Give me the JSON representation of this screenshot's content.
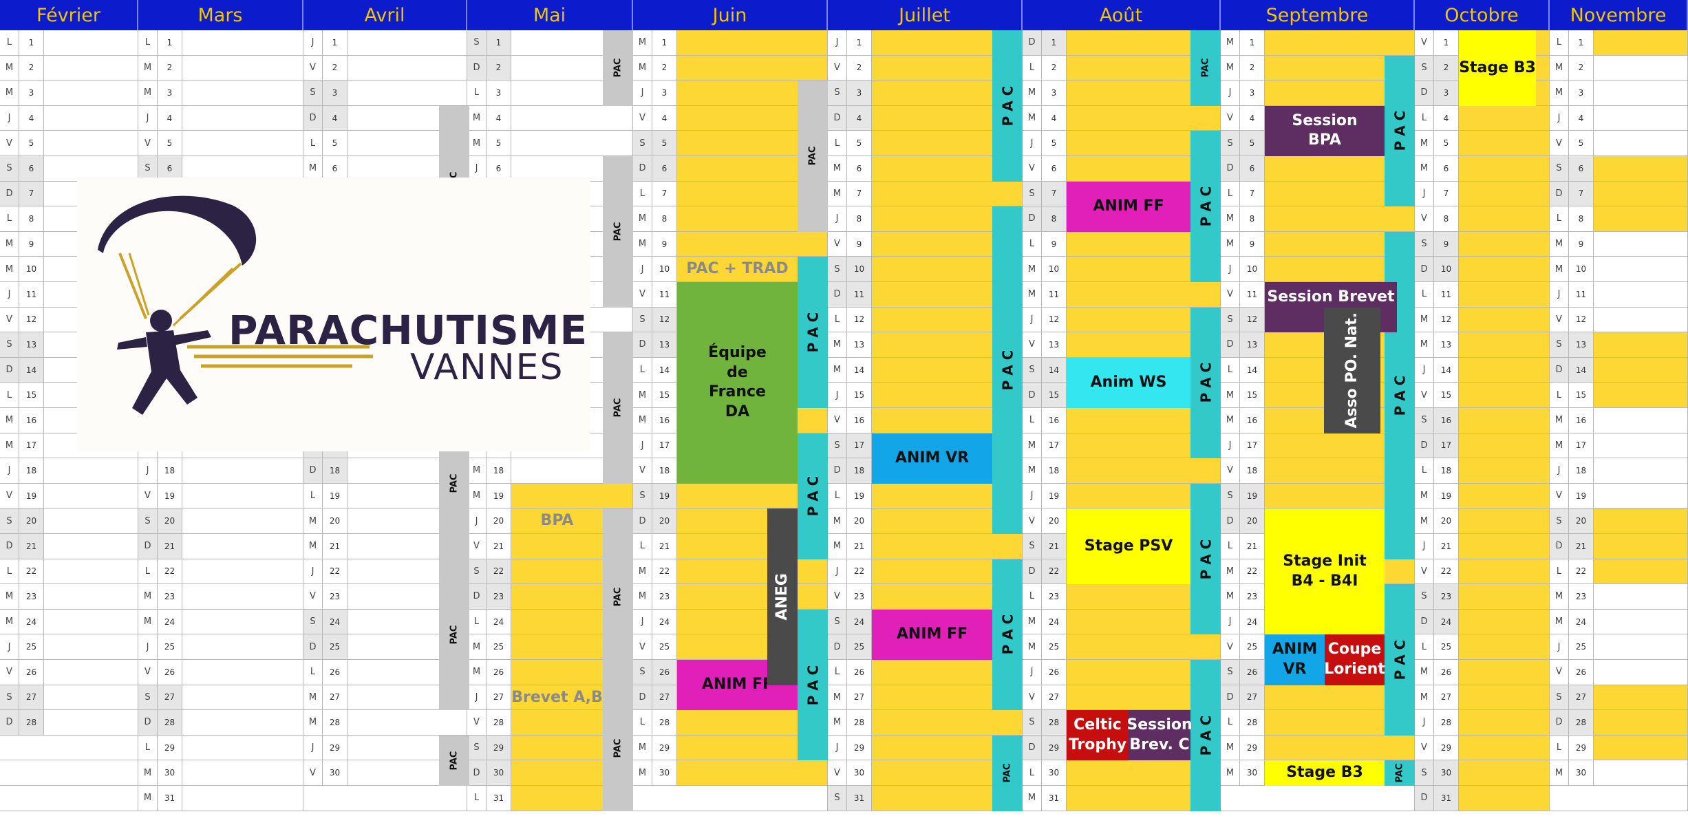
{
  "logo": {
    "title": "PARACHUTISME",
    "subtitle": "VANNES",
    "brand_color": "#2b2244",
    "accent_color": "#c9a227"
  },
  "palette": {
    "yellow": "#fdd835",
    "bright_yellow": "#ffff00",
    "teal": "#33c9c9",
    "green": "#70b33d",
    "magenta": "#e020b8",
    "purple": "#5e2e62",
    "red": "#c60e0e",
    "blue": "#12a6e8",
    "cyan": "#33e6f0",
    "gray": "#c8c8c8",
    "dark": "#4a4a4a",
    "header_bg": "#0c1ccc",
    "header_fg": "#f2c400"
  },
  "months": [
    {
      "name": "Février",
      "days": 28,
      "start": "L",
      "closed": [
        5,
        7,
        8,
        13,
        14,
        15,
        16,
        17,
        19,
        20,
        21,
        26,
        27,
        28
      ]
    },
    {
      "name": "Mars",
      "days": 31,
      "start": "L",
      "closed": [
        5,
        6,
        7,
        12,
        13,
        14,
        19,
        20,
        21,
        26,
        27,
        28
      ]
    },
    {
      "name": "Avril",
      "days": 30,
      "start": "J",
      "closed": [
        1,
        2,
        3,
        6,
        7,
        8,
        9,
        10,
        11,
        12,
        13,
        14,
        15,
        16,
        17,
        18,
        19,
        20,
        22,
        23,
        24,
        25,
        26,
        27
      ]
    },
    {
      "name": "Mai",
      "days": 31,
      "start": "S",
      "closed": [
        1,
        2,
        6,
        7,
        8,
        9,
        10,
        11,
        12,
        13,
        14,
        15,
        16,
        17,
        18
      ]
    },
    {
      "name": "Juin",
      "days": 30,
      "start": "M",
      "closed": []
    },
    {
      "name": "Juillet",
      "days": 31,
      "start": "J",
      "closed": []
    },
    {
      "name": "Août",
      "days": 31,
      "start": "D",
      "closed": []
    },
    {
      "name": "Septembre",
      "days": 30,
      "start": "M",
      "closed": []
    },
    {
      "name": "Octobre",
      "days": 31,
      "start": "V",
      "closed": []
    },
    {
      "name": "Novembre",
      "days": 30,
      "start": "L",
      "closed": []
    }
  ],
  "pac_label": "P A C",
  "pac_small_label": "PAC",
  "events": [
    {
      "month": 4,
      "from": 10,
      "to": 10,
      "text": "PAC + TRAD",
      "kind": "label"
    },
    {
      "month": 4,
      "from": 11,
      "to": 18,
      "text": "Équipe\nde\nFrance\nDA",
      "kind": "green"
    },
    {
      "month": 4,
      "from": 26,
      "to": 27,
      "text": "ANIM FF",
      "kind": "magenta"
    },
    {
      "month": 4,
      "from": 20,
      "to": 26,
      "text": "ANEG",
      "kind": "dark_vertical"
    },
    {
      "month": 5,
      "from": 17,
      "to": 18,
      "text": "ANIM VR",
      "kind": "blue"
    },
    {
      "month": 5,
      "from": 24,
      "to": 25,
      "text": "ANIM FF",
      "kind": "magenta"
    },
    {
      "month": 6,
      "from": 7,
      "to": 8,
      "text": "ANIM FF",
      "kind": "magenta"
    },
    {
      "month": 6,
      "from": 14,
      "to": 15,
      "text": "Anim WS",
      "kind": "cyan"
    },
    {
      "month": 6,
      "from": 20,
      "to": 22,
      "text": "Stage PSV",
      "kind": "bright_yellow"
    },
    {
      "month": 6,
      "from": 28,
      "to": 29,
      "text": "Celtic\nTrophy",
      "kind": "red_half_left"
    },
    {
      "month": 6,
      "from": 28,
      "to": 29,
      "text": "Session\nBrev. C",
      "kind": "purple_half_right"
    },
    {
      "month": 7,
      "from": 4,
      "to": 5,
      "text": "Session\nBPA",
      "kind": "purple"
    },
    {
      "month": 7,
      "from": 11,
      "to": 12,
      "text": "Session Brevet\nD",
      "kind": "purple"
    },
    {
      "month": 7,
      "from": 12,
      "to": 16,
      "text": "Asso PO. Nat.",
      "kind": "dark_vertical_right"
    },
    {
      "month": 7,
      "from": 20,
      "to": 24,
      "text": "Stage Init\nB4 - B4I",
      "kind": "bright_yellow"
    },
    {
      "month": 7,
      "from": 25,
      "to": 26,
      "text": "ANIM\nVR",
      "kind": "blue_half_left"
    },
    {
      "month": 7,
      "from": 25,
      "to": 26,
      "text": "Coupe\nLorient",
      "kind": "red_half_right"
    },
    {
      "month": 7,
      "from": 30,
      "to": 30,
      "text": "Stage B3",
      "kind": "bright_yellow"
    },
    {
      "month": 8,
      "from": 1,
      "to": 3,
      "text": "Stage B3",
      "kind": "bright_yellow"
    },
    {
      "month": 3,
      "from": 20,
      "to": 20,
      "text": "BPA",
      "kind": "label"
    },
    {
      "month": 3,
      "from": 27,
      "to": 27,
      "text": "Brevet A,B",
      "kind": "label"
    }
  ]
}
